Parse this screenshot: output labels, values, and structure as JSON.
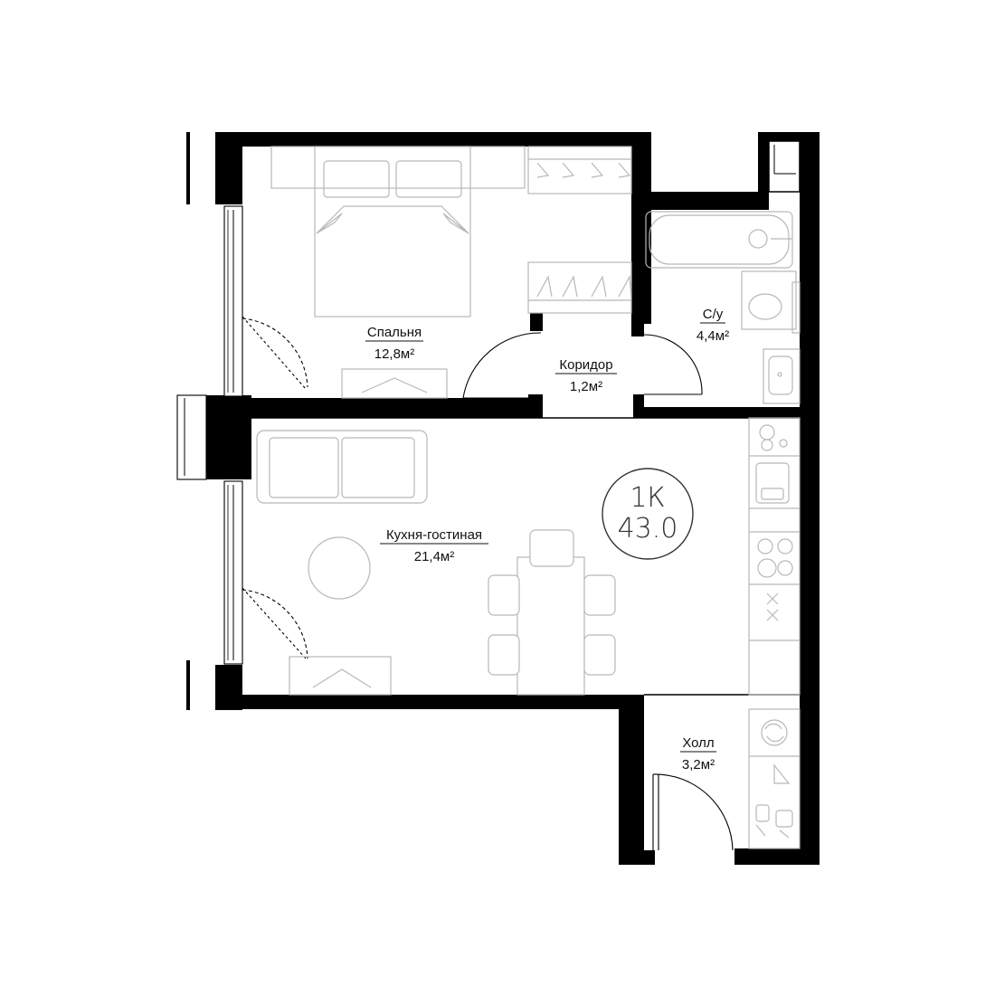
{
  "rooms": {
    "bedroom": {
      "name": "Спальня",
      "area": "12,8м²"
    },
    "corridor": {
      "name": "Коридор",
      "area": "1,2м²"
    },
    "bathroom": {
      "name": "С/у",
      "area": "4,4м²"
    },
    "living": {
      "name": "Кухня-гостиная",
      "area": "21,4м²"
    },
    "hall": {
      "name": "Холл",
      "area": "3,2м²"
    }
  },
  "badge": {
    "type": "1К",
    "total_area": "43.0"
  },
  "colors": {
    "wall": "#000000",
    "furniture": "#b8b8b8",
    "text": "#111111"
  }
}
